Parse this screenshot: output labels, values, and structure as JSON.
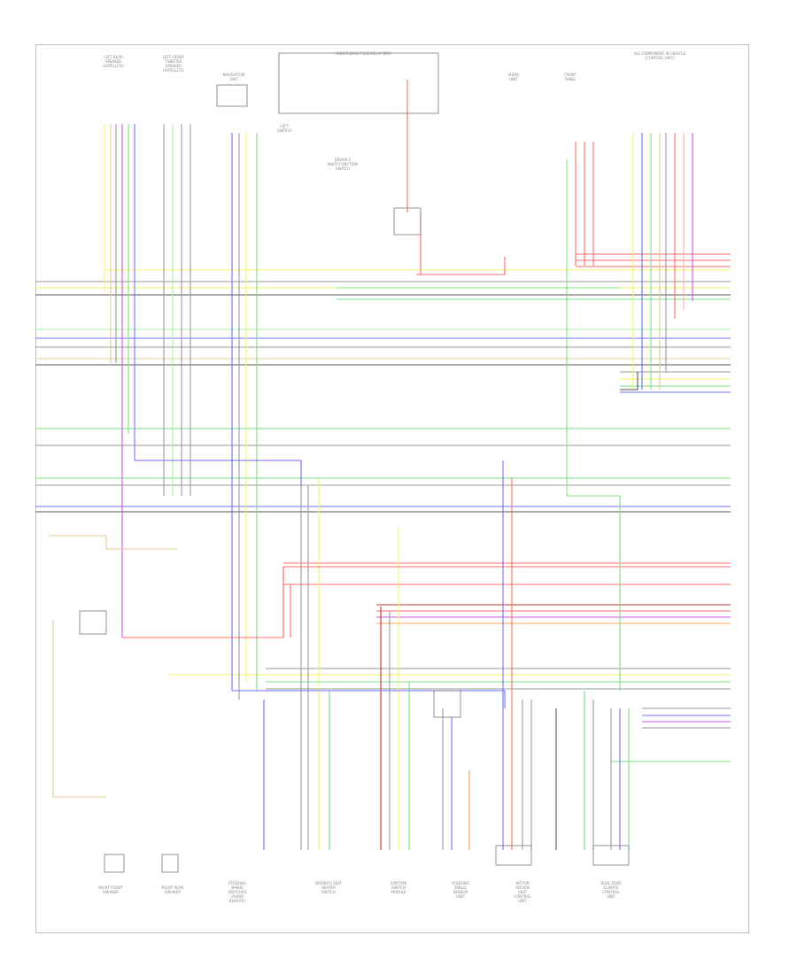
{
  "diagram": {
    "footer_code": "",
    "wire_colors": {
      "red": "#ff6b6b",
      "yellow": "#f3f36a",
      "green": "#7fe07f",
      "blue": "#6f6fff",
      "violet": "#cc55dd",
      "gray": "#9a9a9a",
      "dark": "#555555",
      "orange": "#ffa255",
      "pink": "#ffb0b0",
      "tan": "#e0c89a",
      "lightgreen": "#a8f0a8",
      "darkred": "#c03030"
    },
    "components_top": [
      "LEFT REAR\nSPEAKER\n(SATELLITE)",
      "LEFT FRONT\nTWEETER\nSPEAKER\n(SATELLITE)",
      "NAVIGATION\nUNIT",
      "LEFT\nSWITCH",
      "DRIVER'S\nMULTI-FUNCTION\nSWITCH",
      "UNDER-DASH FUSE/RELAY BOX",
      "AUDIO\nUNIT",
      "FRONT\nPANEL",
      "ALL COMPONENT IN VEHICLE\n(CONTROL UNIT)"
    ],
    "components_bottom": [
      "RIGHT FRONT\nSPEAKER",
      "RIGHT REAR\nSPEAKER",
      "STEERING\nWHEEL\nSWITCHES\n(AUDIO\nREMOTE)",
      "DRIVER'S SEAT\nHEATER\nSWITCH",
      "IGNITION\nSWITCH\nMODULE",
      "STEERING\nANGLE\nSENSOR\nUNIT",
      "MOTOR\nDRIVEN\nSEAT\nCONTROL\nUNIT",
      "DUAL ZONE\nCLIMATE\nCONTROL\nUNIT"
    ],
    "side_labels_left": [
      "",
      "",
      "",
      "",
      "",
      "",
      "",
      ""
    ],
    "side_labels_right": [
      "",
      "",
      "",
      "",
      "",
      "",
      "",
      ""
    ]
  }
}
